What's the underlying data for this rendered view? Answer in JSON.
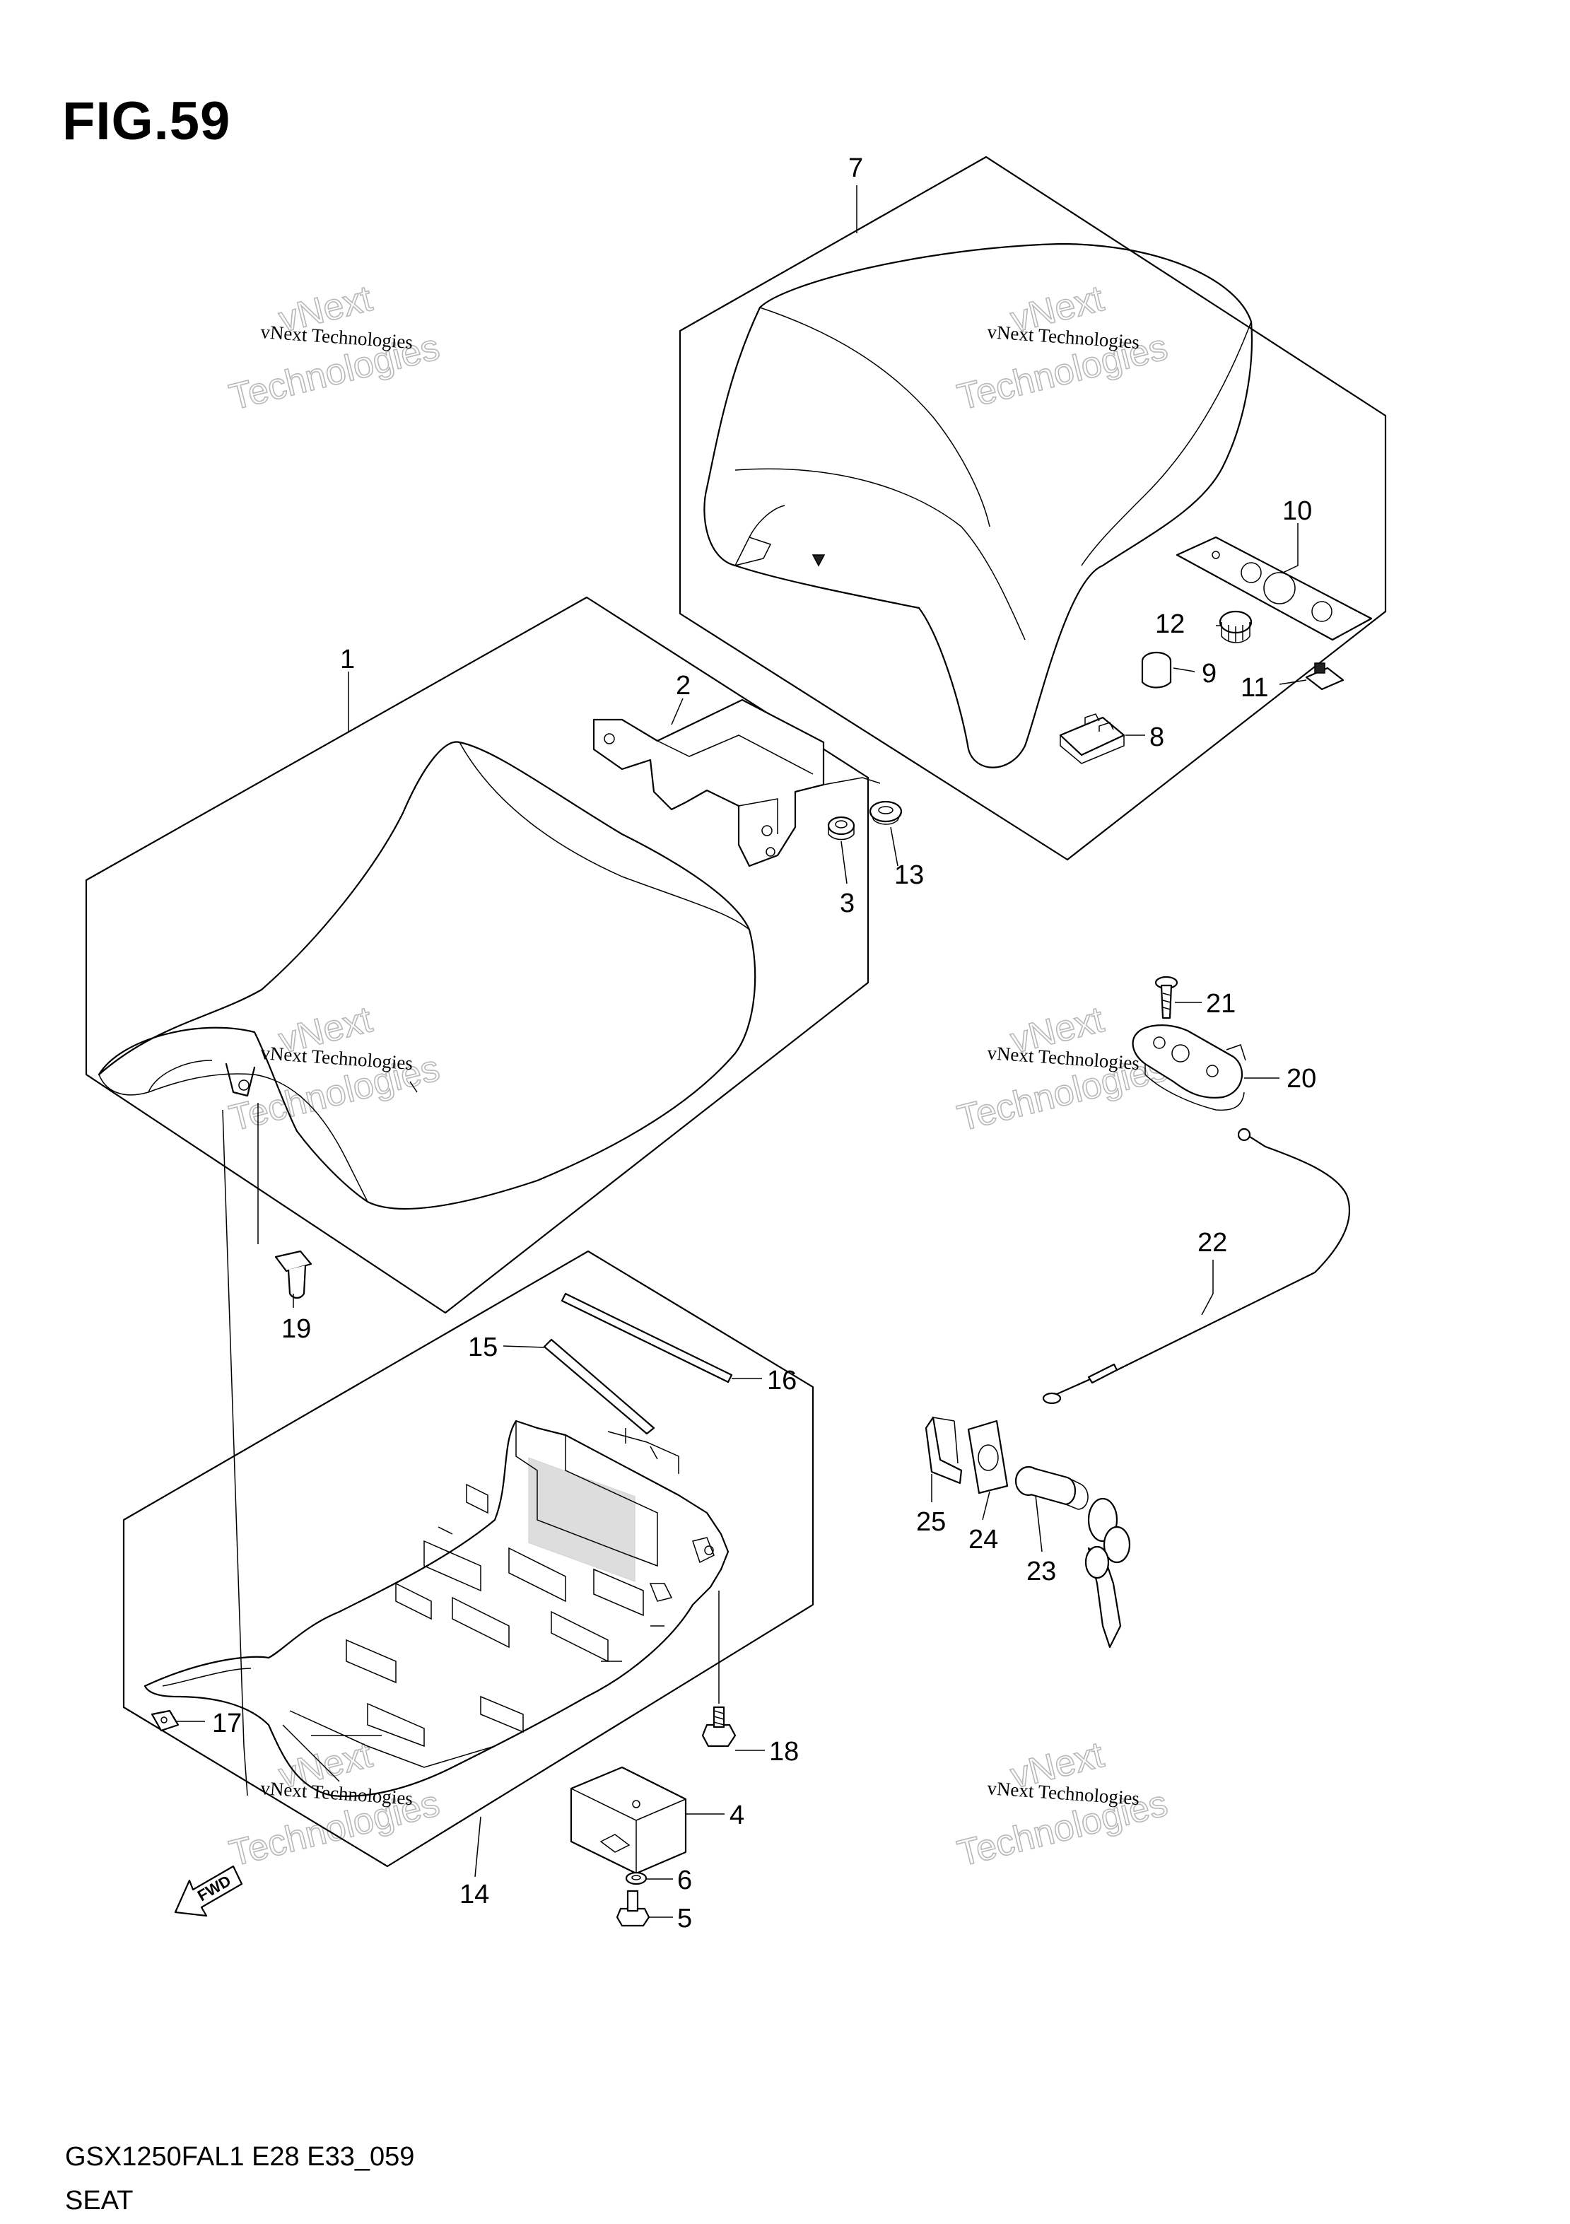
{
  "figure": {
    "title": "FIG.59",
    "model_code": "GSX1250FAL1 E28 E33_059",
    "caption": "SEAT"
  },
  "watermark": {
    "line1": "vNext Technologies",
    "big_top": "vNext",
    "big_bottom": "Technologies"
  },
  "fwd_label": "FWD",
  "parts": [
    {
      "id": "p1",
      "label": "1"
    },
    {
      "id": "p2",
      "label": "2"
    },
    {
      "id": "p3",
      "label": "3"
    },
    {
      "id": "p4",
      "label": "4"
    },
    {
      "id": "p5",
      "label": "5"
    },
    {
      "id": "p6",
      "label": "6"
    },
    {
      "id": "p7",
      "label": "7"
    },
    {
      "id": "p8",
      "label": "8"
    },
    {
      "id": "p9",
      "label": "9"
    },
    {
      "id": "p10",
      "label": "10"
    },
    {
      "id": "p11",
      "label": "11"
    },
    {
      "id": "p12",
      "label": "12"
    },
    {
      "id": "p13",
      "label": "13"
    },
    {
      "id": "p14",
      "label": "14"
    },
    {
      "id": "p15",
      "label": "15"
    },
    {
      "id": "p16",
      "label": "16"
    },
    {
      "id": "p17",
      "label": "17"
    },
    {
      "id": "p18",
      "label": "18"
    },
    {
      "id": "p19",
      "label": "19"
    },
    {
      "id": "p20",
      "label": "20"
    },
    {
      "id": "p21",
      "label": "21"
    },
    {
      "id": "p22",
      "label": "22"
    },
    {
      "id": "p23",
      "label": "23"
    },
    {
      "id": "p24",
      "label": "24"
    },
    {
      "id": "p25",
      "label": "25"
    }
  ]
}
